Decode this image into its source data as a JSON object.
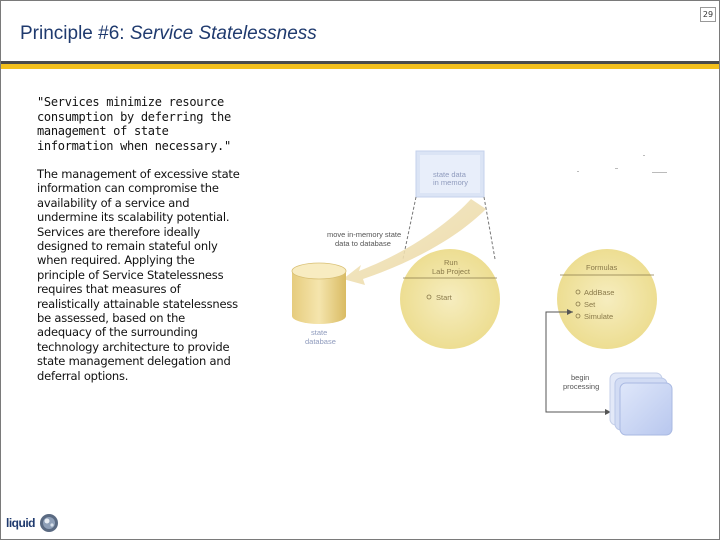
{
  "page": {
    "number": "29"
  },
  "slide": {
    "title_prefix": "Principle #6: ",
    "title_emphasis": "Service Statelessness"
  },
  "quote": "\"Services minimize resource consumption by deferring the management of state information when necessary.\"",
  "body": "The management of excessive state information can compromise the availability of a service and undermine its scalability potential. Services are therefore ideally designed to remain stateful only when required. Applying the principle of Service Statelessness requires that measures of realistically attainable statelessness be assessed, based on the adequacy of the surrounding technology architecture to provide state management delegation and deferral options.",
  "diagram": {
    "memory_box_label": [
      "state data",
      "in memory"
    ],
    "move_label": [
      "move in-memory state",
      "data to database"
    ],
    "database_label": [
      "state",
      "database"
    ],
    "left_circle": {
      "title": [
        "Run",
        "Lab Project"
      ],
      "item": "Start"
    },
    "right_circle": {
      "title": "Formulas",
      "items": [
        "AddBase",
        "Set",
        "Simulate"
      ]
    },
    "begin_label": [
      "begin",
      "processing"
    ]
  },
  "logo": {
    "text": "liquid"
  },
  "colors": {
    "title": "#1f3a6e",
    "gold_rule": "#f3bf1c",
    "dark_rule": "#4a4a4a",
    "circle_fill": "#f4e7a6",
    "diagram_text": "#8a7a4a",
    "memory_box": "#dbe4f5",
    "doc_fill": "#c9d5f2"
  }
}
